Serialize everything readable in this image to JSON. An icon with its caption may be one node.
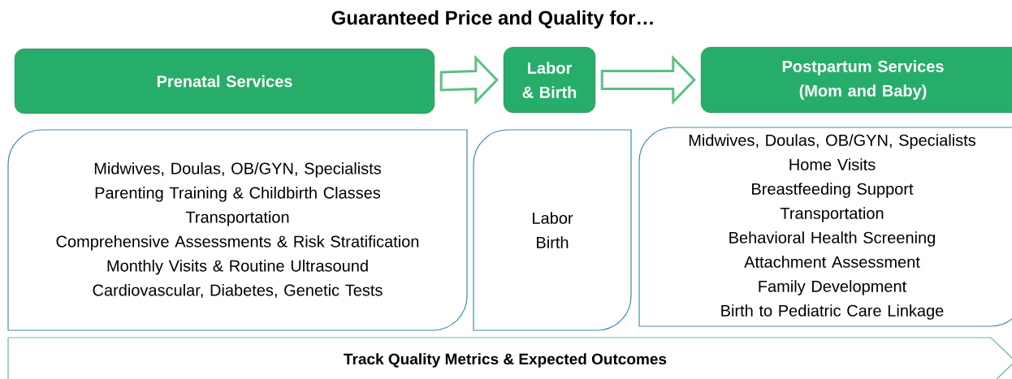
{
  "diagram": {
    "title": "Guaranteed Price and Quality for…",
    "nodes": [
      {
        "text": [
          "Prenatal Services"
        ]
      },
      {
        "text": [
          "Labor & Birth"
        ]
      },
      {
        "text": [
          "Postpartum Services (Mom and Baby)"
        ]
      },
      {
        "text": [
          "Midwives, Doulas, OB/GYN, Specialists",
          "Parenting Training & Childbirth Classes",
          "Transportation",
          "Comprehensive Assessments & Risk Stratification",
          "Monthly Visits & Routine Ultrasound",
          "Cardiovascular, Diabetes, Genetic Tests"
        ]
      },
      {
        "text": [
          "Labor",
          "Birth"
        ]
      },
      {
        "text": [
          "Midwives, Doulas, OB/GYN, Specialists",
          "Home Visits",
          "Breastfeeding Support",
          "Transportation",
          "Behavioral Health Screening",
          "Attachment Assessment",
          "Family Development",
          "Birth to Pediatric Care Linkage"
        ]
      },
      {
        "text": [
          "Track Quality Metrics & Expected Outcomes"
        ]
      }
    ],
    "edges": [
      {
        "from": 0,
        "to": 1,
        "arrow": "to"
      },
      {
        "from": 1,
        "to": 2,
        "arrow": "to"
      }
    ]
  }
}
